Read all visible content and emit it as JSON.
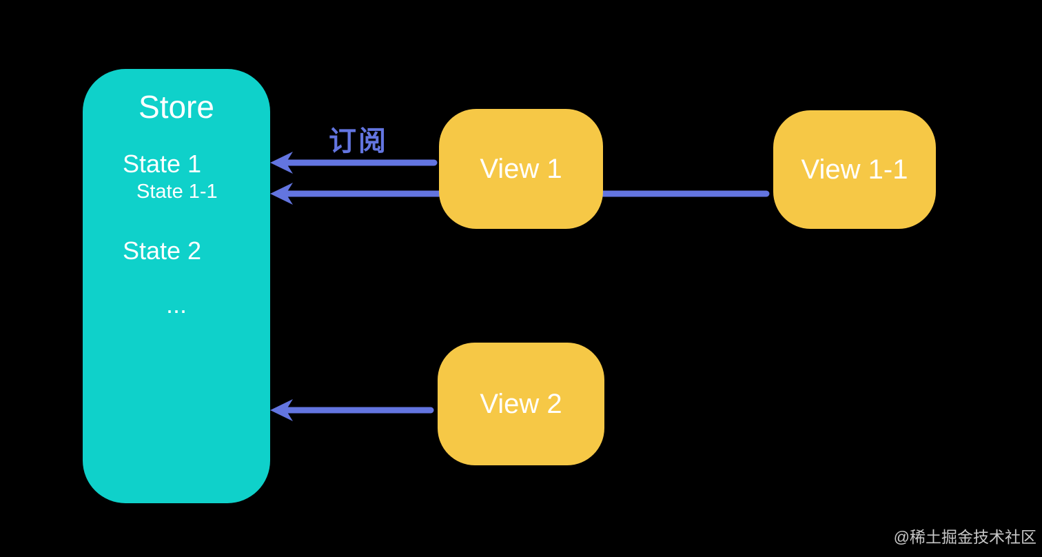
{
  "colors": {
    "bg": "#000000",
    "store": "#0fd1ca",
    "view": "#f6c846",
    "arrow": "#6375e0",
    "text": "#ffffff"
  },
  "store": {
    "title": "Store",
    "states": [
      "State 1",
      "State 1-1",
      "State 2",
      "..."
    ]
  },
  "views": [
    "View 1",
    "View 1-1",
    "View 2"
  ],
  "arrows": [
    {
      "from": "View 1",
      "to": "Store",
      "label": "订阅"
    },
    {
      "from": "View 1-1",
      "to": "Store",
      "label": ""
    },
    {
      "from": "View 2",
      "to": "Store",
      "label": ""
    }
  ],
  "watermark": "@稀土掘金技术社区"
}
